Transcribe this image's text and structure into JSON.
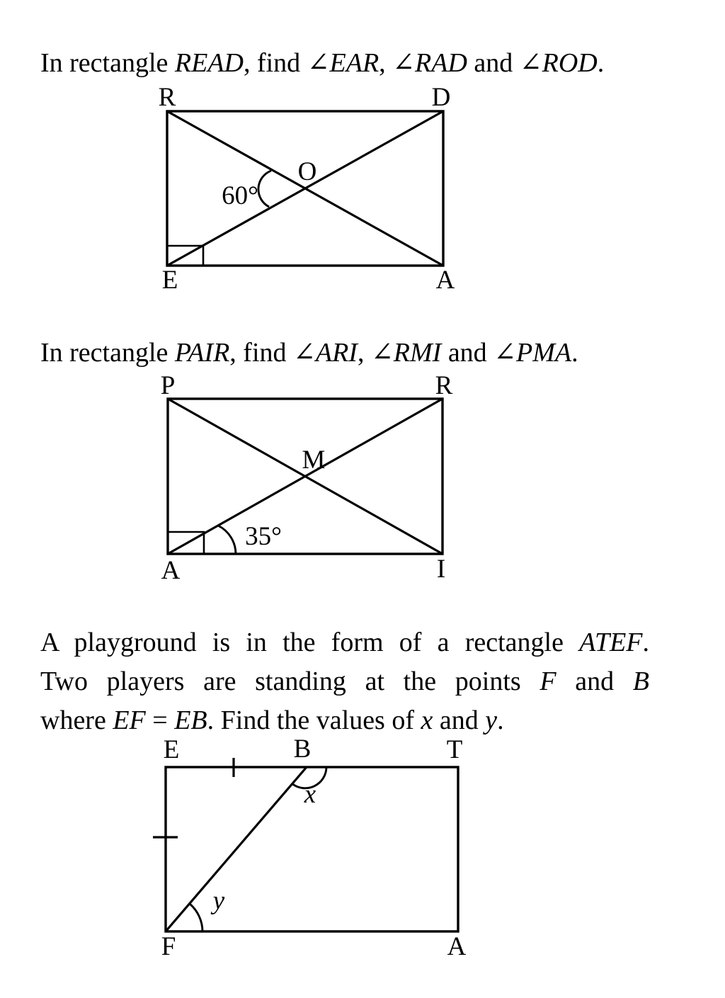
{
  "page": {
    "background": "#ffffff",
    "ink_color": "#000000"
  },
  "problems": {
    "p1": {
      "runs": [
        {
          "t": "In rectangle "
        },
        {
          "t": "READ",
          "i": true
        },
        {
          "t": ", find "
        },
        {
          "t": "∠"
        },
        {
          "t": "EAR",
          "i": true
        },
        {
          "t": ", "
        },
        {
          "t": "∠"
        },
        {
          "t": "RAD",
          "i": true
        },
        {
          "t": " and "
        },
        {
          "t": "∠"
        },
        {
          "t": "ROD",
          "i": true
        },
        {
          "t": "."
        }
      ]
    },
    "p2": {
      "runs": [
        {
          "t": "In rectangle "
        },
        {
          "t": "PAIR",
          "i": true
        },
        {
          "t": ", find "
        },
        {
          "t": "∠"
        },
        {
          "t": "ARI",
          "i": true
        },
        {
          "t": ", "
        },
        {
          "t": "∠"
        },
        {
          "t": "RMI",
          "i": true
        },
        {
          "t": " and "
        },
        {
          "t": "∠"
        },
        {
          "t": "PMA",
          "i": true
        },
        {
          "t": "."
        }
      ]
    },
    "p3": {
      "lines": [
        {
          "runs": [
            {
              "t": "A playground is in the form of a rectangle "
            },
            {
              "t": "ATEF",
              "i": true
            },
            {
              "t": "."
            }
          ]
        },
        {
          "runs": [
            {
              "t": "Two players are standing at the points "
            },
            {
              "t": "F",
              "i": true
            },
            {
              "t": " and "
            },
            {
              "t": "B",
              "i": true
            }
          ]
        },
        {
          "runs": [
            {
              "t": "where "
            },
            {
              "t": "EF",
              "i": true
            },
            {
              "t": " = "
            },
            {
              "t": "EB",
              "i": true
            },
            {
              "t": ". Find the values of "
            },
            {
              "t": "x",
              "i": true
            },
            {
              "t": " and "
            },
            {
              "t": "y",
              "i": true
            },
            {
              "t": "."
            }
          ]
        }
      ]
    }
  },
  "figures": {
    "read": {
      "labels": {
        "top_left": "R",
        "top_right": "D",
        "bottom_left": "E",
        "bottom_right": "A",
        "intersection": "O",
        "angle": "60°"
      }
    },
    "pair": {
      "labels": {
        "top_left": "P",
        "top_right": "R",
        "bottom_left": "A",
        "bottom_right": "I",
        "intersection": "M",
        "angle": "35°"
      }
    },
    "atef": {
      "labels": {
        "top_left": "E",
        "top_mid": "B",
        "top_right": "T",
        "bottom_left": "F",
        "bottom_right": "A",
        "angle_x": "x",
        "angle_y": "y"
      }
    }
  }
}
